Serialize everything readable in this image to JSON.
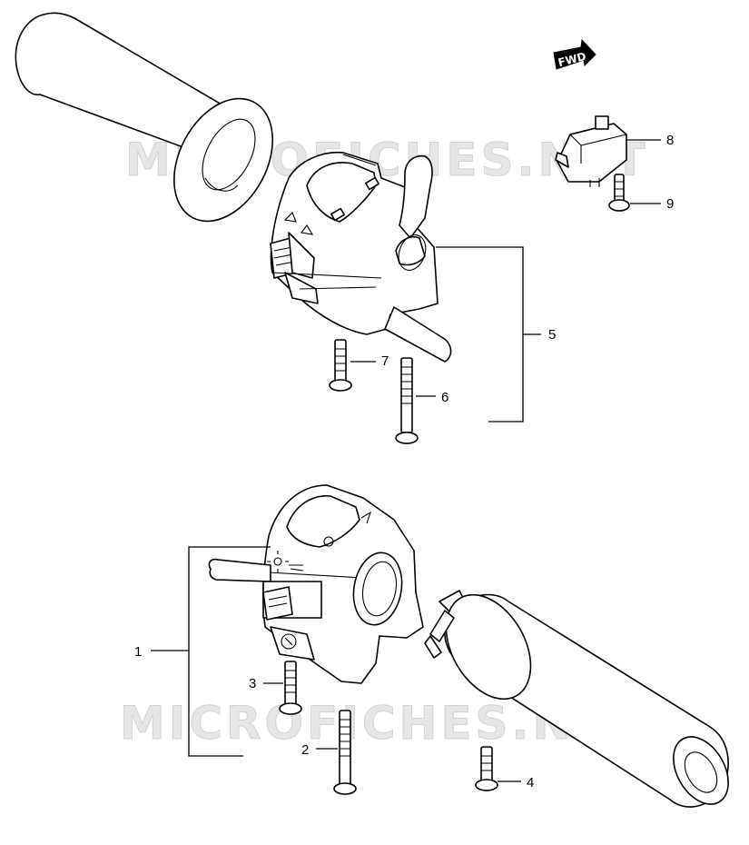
{
  "watermark": "MICROFICHES.NET",
  "direction_badge": {
    "label": "FWD",
    "icon": "arrow-right-icon"
  },
  "callouts": {
    "c1": "1",
    "c2": "2",
    "c3": "3",
    "c4": "4",
    "c5": "5",
    "c6": "6",
    "c7": "7",
    "c8": "8",
    "c9": "9"
  }
}
